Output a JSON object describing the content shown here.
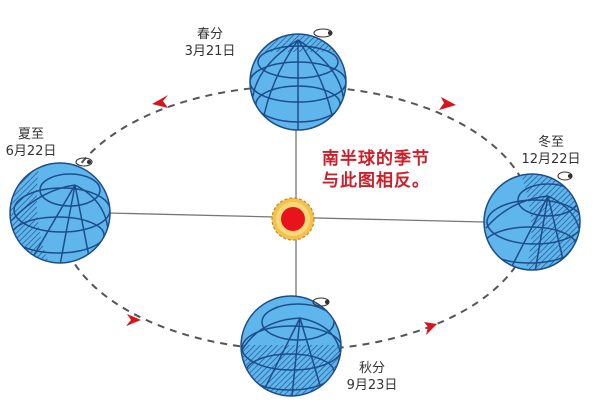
{
  "diagram": {
    "title": "",
    "center": {
      "icon": "sun-icon",
      "sun_color": "#e8141c",
      "rays_color": "#f0b540"
    },
    "orbit": {
      "style": "dashed",
      "direction": "counter-clockwise",
      "arrows": 4,
      "arrow_color": "#d8131c"
    },
    "globe_colors": {
      "fill": "#5fb6ec",
      "grid": "#1e4d8a",
      "night_hatch": "#1e4d8a"
    },
    "positions": [
      {
        "id": "spring",
        "name": "春分",
        "date": "3月21日",
        "location": "top"
      },
      {
        "id": "summer",
        "name": "夏至",
        "date": "6月22日",
        "location": "left"
      },
      {
        "id": "autumn",
        "name": "秋分",
        "date": "9月23日",
        "location": "bottom"
      },
      {
        "id": "winter",
        "name": "冬至",
        "date": "12月22日",
        "location": "right"
      }
    ],
    "note": {
      "line1": "南半球的季节",
      "line2": "与此图相反。"
    }
  }
}
